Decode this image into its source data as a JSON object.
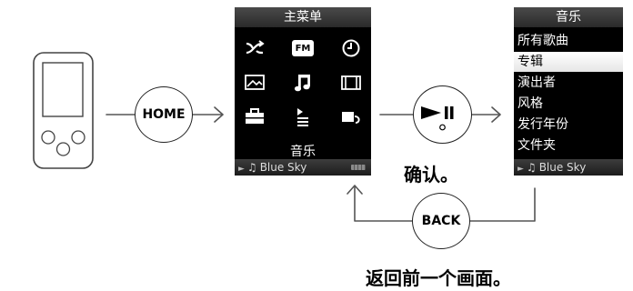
{
  "home_button": {
    "label": "HOME"
  },
  "play_button": {
    "symbol": "►II"
  },
  "back_button": {
    "label": "BACK"
  },
  "home_menu": {
    "title": "主菜单",
    "icons": [
      "shuffle-icon",
      "fm-radio-icon",
      "clock-icon",
      "photo-icon",
      "music-note-icon",
      "video-film-icon",
      "toolbox-icon",
      "playlist-icon",
      "return-icon"
    ],
    "fm_text": "FM",
    "selected_label": "音乐"
  },
  "music_menu": {
    "title": "音乐",
    "items": [
      "所有歌曲",
      "专辑",
      "演出者",
      "风格",
      "发行年份",
      "文件夹"
    ],
    "selected_index": 1
  },
  "footer": {
    "play_symbol": "►",
    "note_symbol": "♫",
    "track": "Blue Sky"
  },
  "captions": {
    "confirm": "确认。",
    "back": "返回前一个画面。"
  }
}
